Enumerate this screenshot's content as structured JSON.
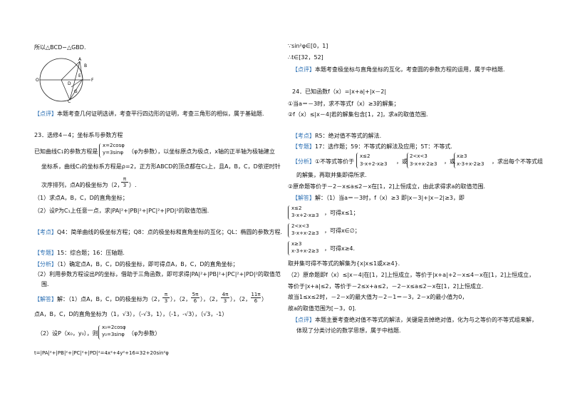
{
  "left": {
    "l01": "所以△BCD∽△GBD.",
    "fig": {
      "A": "A",
      "B": "B",
      "C": "C",
      "D": "D",
      "E": "E",
      "F": "F",
      "G": "G",
      "O": "O"
    },
    "l02a": "【点评】",
    "l02b": "本题考查几何证明选讲，考查平行四边形的证明，考查三角形的相似，属于基础题.",
    "l03": "23．选修4－4；坐标系与参数方程",
    "l04a": "已知曲线C",
    "l04b": "的参数方程是",
    "l04c": "x=2cosφ",
    "l04d": "y=3sinφ",
    "l04e": "（φ为参数），以坐标原点为极点，x轴的正半轴为极轴建立",
    "l05": "坐标系，曲线C₂的坐标系方程是ρ=2，正方形ABCD的顶点都在C₂上，且A，B，C，D依逆时针",
    "l06a": "次序排列，点A的极坐标为（2，",
    "l06b": "π",
    "l06c": "3",
    "l06d": "）.",
    "l07": "（1）求点A，B，C，D的直角坐标；",
    "l08": "（2）设P为C₁上任意一点，求|PA|²+|PB|²+|PC|²+|PD|²的取值范围.",
    "l09a": "【考点】",
    "l09b": "Q4：简单曲线的极坐标方程；Q8：点的极坐标和直角坐标的互化；QL：椭圆的参数方程.",
    "l10a": "【专题】",
    "l10b": "15：综合题；16：压轴题.",
    "l11a": "【分析】",
    "l11b": "（1）确定点A，B，C，D的极坐标，即可得点A，B，C，D的直角坐标；",
    "l12": "（2）利用参数方程设出P的坐标，借助于三角函数，即可求得|PA|²+|PB|²+|PC|²+|PD|²的取值范",
    "l13": "围.",
    "l14a": "【解答】",
    "l14b": "解：（1）点A，B，C，D的极坐标为（2，",
    "l14c": "），（2，",
    "l14d": "），（2，",
    "l14e": "），（2，",
    "l14f": "）",
    "fr1": [
      "π",
      "3"
    ],
    "fr2": [
      "5π",
      "6"
    ],
    "fr3": [
      "4π",
      "3"
    ],
    "fr4": [
      "11π",
      "6"
    ],
    "l15": "点A，B，C，D的直角坐标为（1，√3），（-√3，1），（-1，-√3），（√3，-1）",
    "l16a": "（2）设P（x₀，y₀），则",
    "l16b": "x₀=2cosφ",
    "l16c": "y₀=3sinφ",
    "l16d": "（φ为参数）",
    "l17": "t=|PA|²+|PB|²+|PC|²+|PD|²=4x²+4y²+16=32+20sin²φ"
  },
  "right": {
    "r01": "∵sin²φ∈[0，1]",
    "r02": "∴t∈[32，52]",
    "r03a": "【点评】",
    "r03b": "本题考查极坐标与直角坐标的互化，考查圆的参数方程的运用，属于中档题.",
    "r04": "24．已知函数f（x）=|x+a|+|x－2|",
    "r05": "①当a＝－3时，求不等式f（x）≥3的解集；",
    "r06": "②f（x）≤|x－4|若的解集包含[1，2]，求a的取值范围.",
    "r07a": "【考点】",
    "r07b": "R5：绝对值不等式的解法.",
    "r08a": "【专题】",
    "r08b": "17：选作题；59：不等式的解法及应用；5T：不等式.",
    "r09a": "【分析】",
    "r09b": "①不等式等价于",
    "r09c": "x≤2",
    "r09d": "3-x+2-x≥3",
    "r09e": "，或",
    "r09f": "2<x<3",
    "r09g": "3-x+x-2≥3",
    "r09h": "，或",
    "r09i": "x≥3",
    "r09j": "x-3+x-2≥3",
    "r09k": "，求出每个不等式组",
    "r10": "的解集，再取并集即得所求.",
    "r11": "②原命题等价于－2－x≤a≤2－x在[1，2]上恒成立，由此求得求a的取值范围.",
    "r12a": "【解答】",
    "r12b": "解：（1）当a＝－3时，f（x）≥3 即|x－3|+|x－2|≥3，即",
    "r13a": "x≤2",
    "r13b": "3-x+2-x≥3",
    "r13c": "，可得x≤1；",
    "r14a": "2<x<3",
    "r14b": "3-x+x-2≥3",
    "r14c": "，可得x∈∅；",
    "r15a": "x≥3",
    "r15b": "x-3+x-2≥3",
    "r15c": "，可得x≥4.",
    "r16": "取并集可得不等式的解集为{x|x≤1或x≥4}.",
    "r17": "（2）原命题即f（x）≤|x－4|在[1，2]上恒成立，等价于|x+a|+2－x≤4－x在[1，2]上恒成立，",
    "r18": "等价于|x+a|≤2，等价于－2≤x+a≤2，－2－x≤a≤2－x在[1，2]上恒成立.",
    "r19": "故当1≤x≤2时，－2－x的最大值为－2－1＝－3，2－x的最小值为0，",
    "r20": "故a的取值范围为[－3，0].",
    "r21a": "【点评】",
    "r21b": "本题主要考查绝对值不等式的解法，关键是去掉绝对值，化为与之等价的不等式组来解，",
    "r22": "体现了分类讨论的数学思想，属于中档题."
  },
  "colors": {
    "tag": "#2b6fb3",
    "text": "#111111"
  }
}
